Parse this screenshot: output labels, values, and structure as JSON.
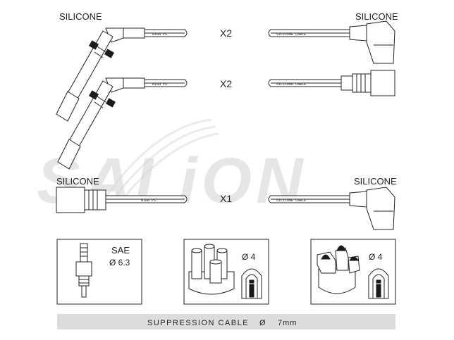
{
  "watermark": "SALiON",
  "labels": {
    "silicone_top_left": "SILICONE",
    "silicone_top_right": "SILICONE",
    "silicone_bottom_left": "SILICONE",
    "silicone_bottom_right": "SILICONE"
  },
  "quantities": {
    "row1": "X2",
    "row2": "X2",
    "row3": "X1"
  },
  "cable_prints": {
    "high_ps": "HIGH PS",
    "silicone_cable": "SILICONE CABLE"
  },
  "plug_box": {
    "standard": "SAE",
    "diameter": "Ø 6.3"
  },
  "distributor_box_1": {
    "diameter": "Ø 4"
  },
  "distributor_box_2": {
    "diameter": "Ø 4"
  },
  "footer": {
    "label": "SUPPRESSION CABLE",
    "symbol": "Ø",
    "size": "7mm"
  }
}
